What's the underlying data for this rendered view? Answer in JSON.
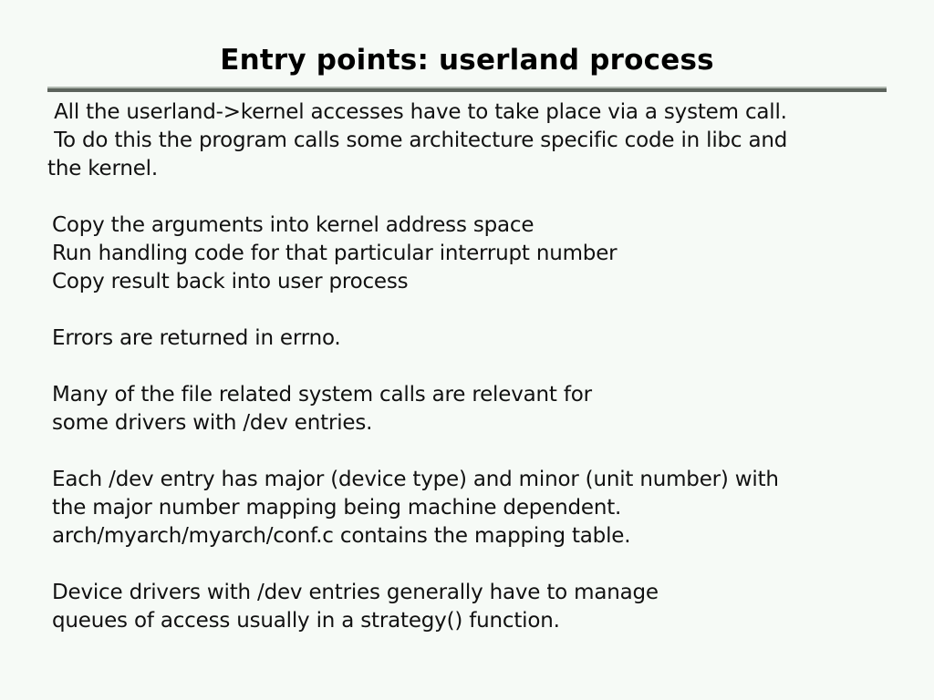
{
  "slide": {
    "title": "Entry points: userland process",
    "accent_rule_color": "#5c635c",
    "rule_highlight_color": "#b0b8b0",
    "background_color": "#f6faf6",
    "text_color": "#111111",
    "paragraphs": [
      {
        "id": "syscall-intro",
        "lines": [
          " All the userland->kernel accesses have to take place via a system call.",
          " To do this the program calls some architecture specific code in libc and",
          "the kernel."
        ]
      },
      {
        "id": "syscall-steps",
        "lines": [
          "Copy the arguments into kernel address space",
          "Run handling code for that particular interrupt number",
          "Copy result back into user process"
        ]
      },
      {
        "id": "errors",
        "lines": [
          "Errors are returned in errno."
        ]
      },
      {
        "id": "file-syscalls",
        "lines": [
          "Many of the file related system calls are relevant for",
          "some drivers with /dev entries."
        ]
      },
      {
        "id": "dev-entries-major-minor",
        "lines": [
          "Each /dev entry has major (device type) and minor (unit number) with",
          "the major number mapping being machine dependent.",
          "arch/myarch/myarch/conf.c contains the mapping table."
        ]
      },
      {
        "id": "device-driver-queues",
        "lines": [
          "Device drivers with /dev entries generally have to manage",
          "queues of access usually in a strategy() function."
        ]
      }
    ]
  }
}
